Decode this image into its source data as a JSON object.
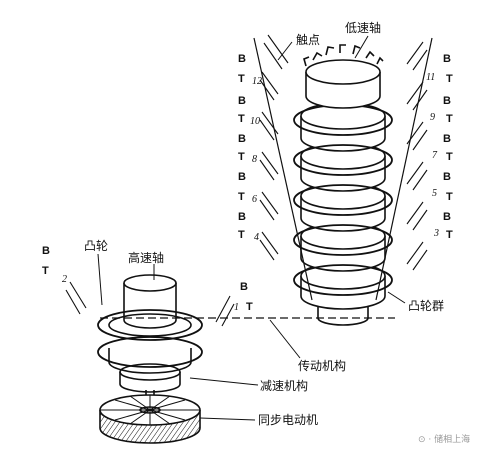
{
  "labels": {
    "contact": "触点",
    "low_speed_shaft": "低速轴",
    "high_speed_shaft": "高速轴",
    "cam": "凸轮",
    "cam_group": "凸轮群",
    "transmission": "传动机构",
    "reduction": "减速机构",
    "sync_motor": "同步电动机",
    "watermark": "⊙ · 储相上海"
  },
  "contact_letters": {
    "b": "B",
    "t": "T"
  },
  "right_left_numbers": [
    "12",
    "10",
    "8",
    "6",
    "4"
  ],
  "right_right_numbers": [
    "11",
    "9",
    "7",
    "5",
    "3"
  ],
  "left_numbers": [
    "2",
    "1"
  ],
  "colors": {
    "ink": "#111111",
    "background": "#ffffff",
    "watermark": "#9a9a9a"
  }
}
